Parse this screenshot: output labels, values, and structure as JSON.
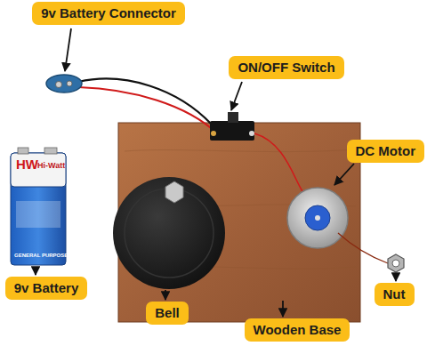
{
  "diagram": {
    "nodes": [
      {
        "text": [
          "9v Battery Connector"
        ]
      },
      {
        "text": [
          "ON/OFF Switch"
        ]
      },
      {
        "text": [
          "DC Motor"
        ]
      },
      {
        "text": [
          "9v Battery"
        ]
      },
      {
        "text": [
          "Nut"
        ]
      },
      {
        "text": [
          "Bell"
        ]
      },
      {
        "text": [
          "Wooden Base"
        ]
      }
    ],
    "labels": [
      "HW",
      "Hi-Watt",
      "GENERAL PURPOSE"
    ]
  }
}
